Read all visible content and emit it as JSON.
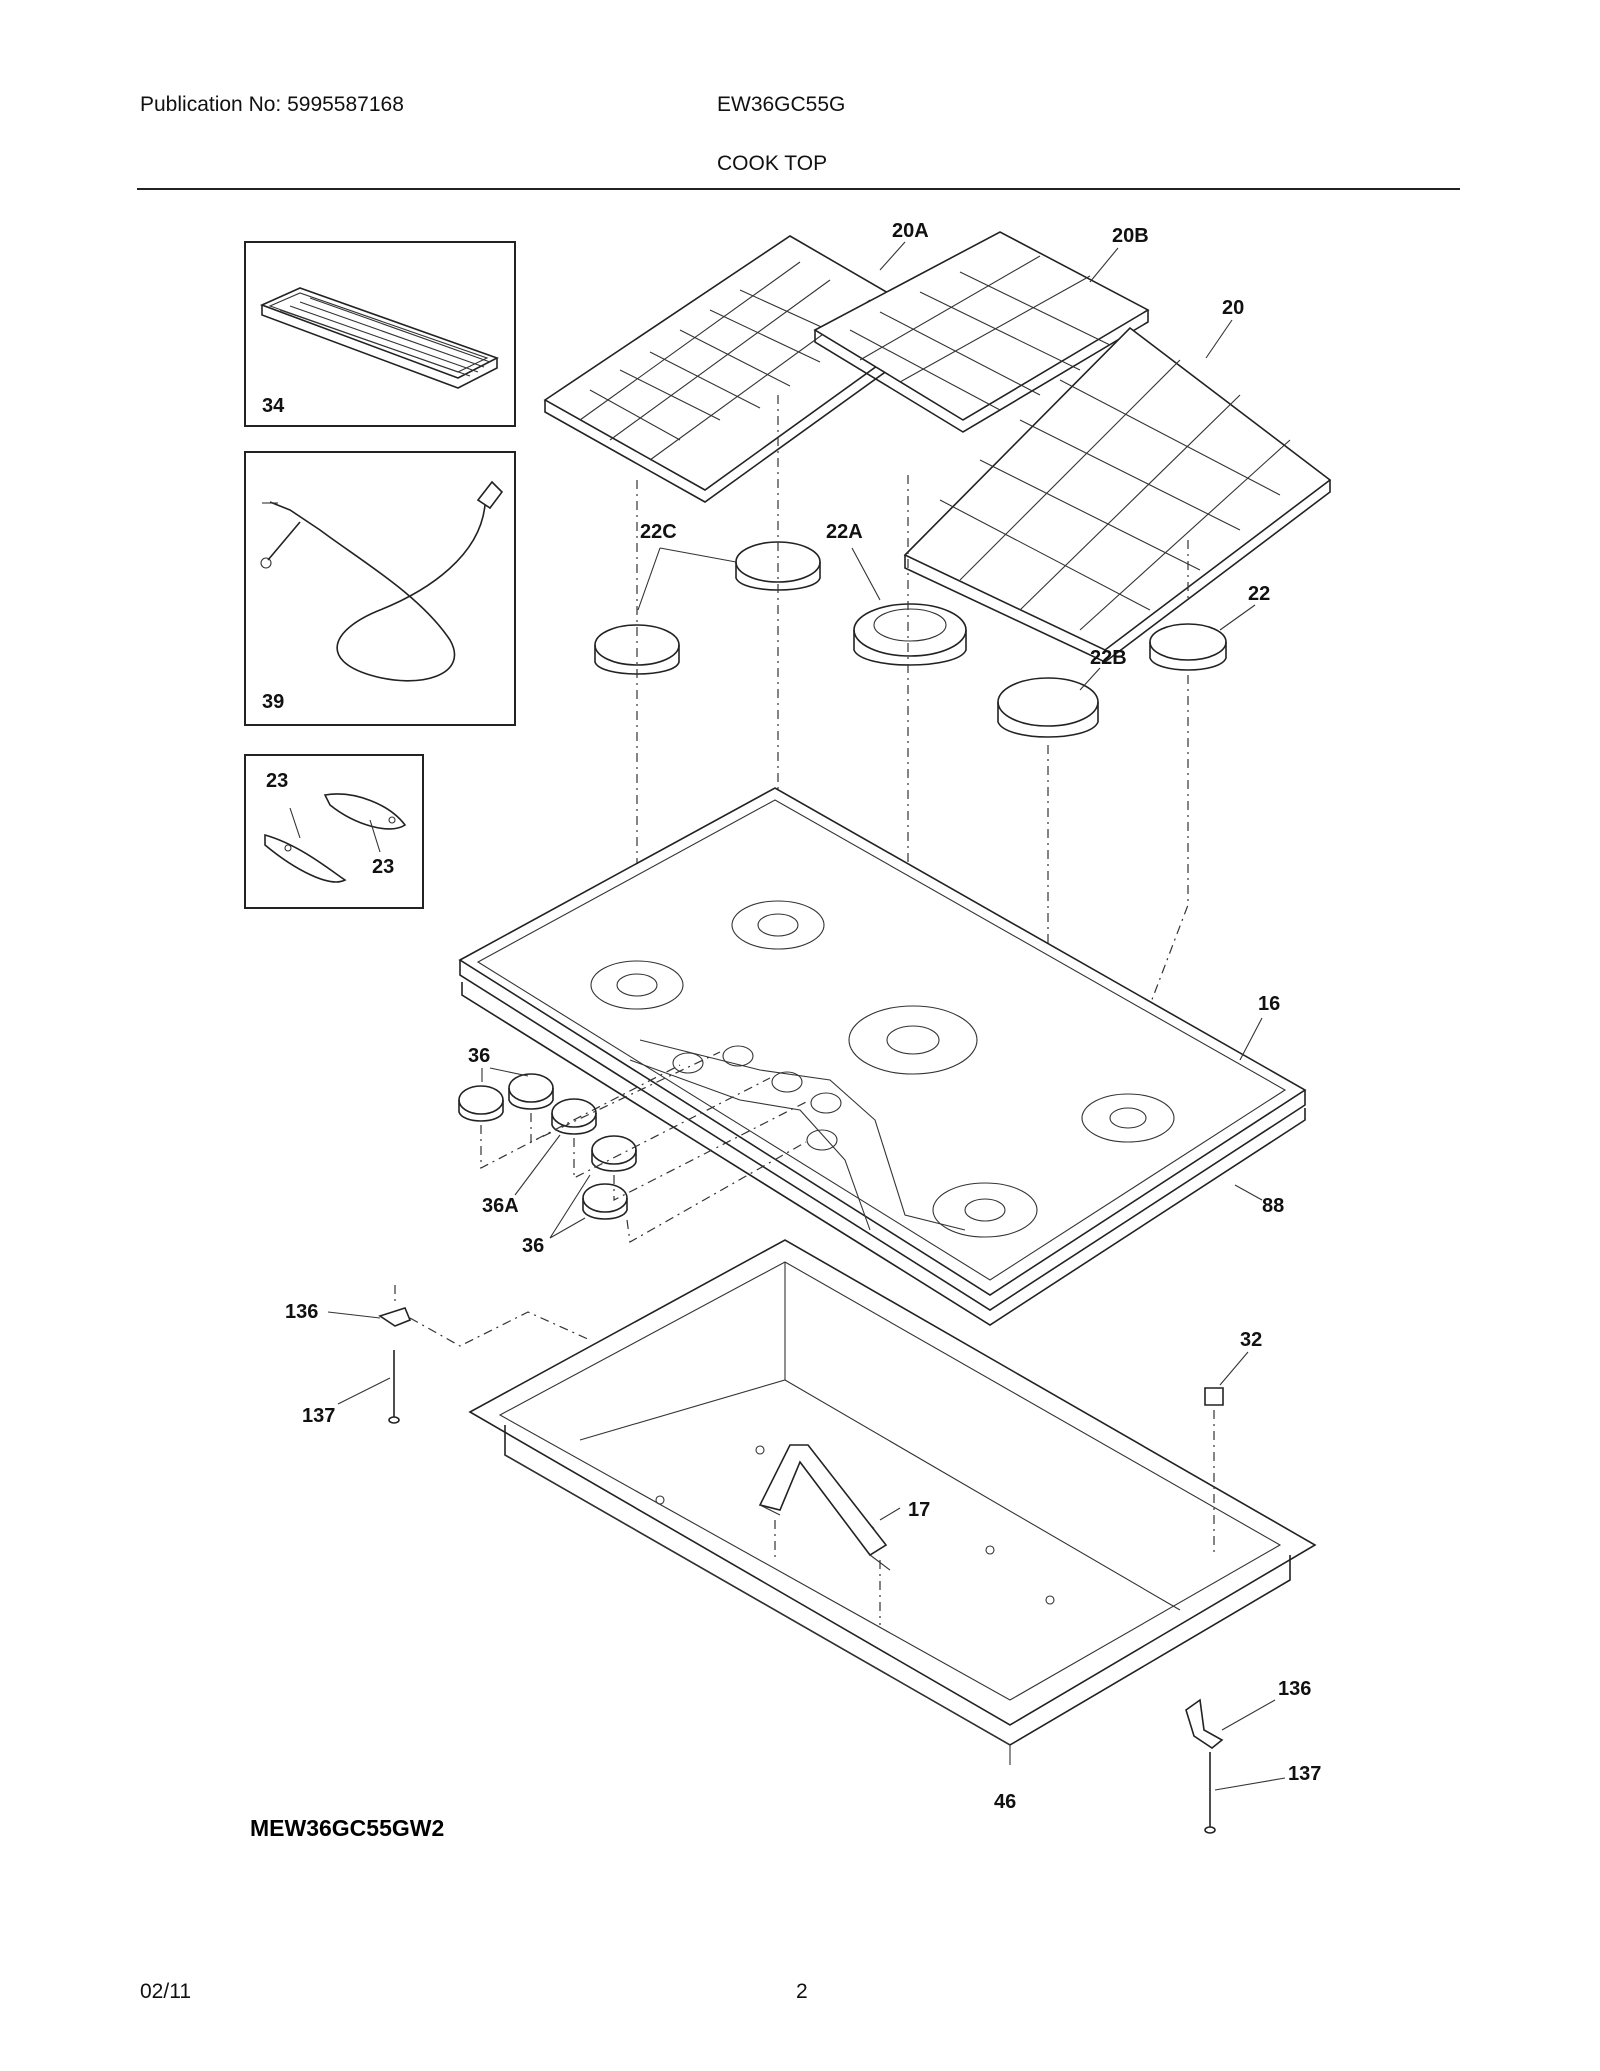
{
  "header": {
    "publication": "Publication No: 5995587168",
    "model": "EW36GC55G",
    "section_title": "COOK TOP"
  },
  "labels": {
    "p20A": "20A",
    "p20B": "20B",
    "p20": "20",
    "p22C": "22C",
    "p22A": "22A",
    "p22": "22",
    "p22B": "22B",
    "p34": "34",
    "p39": "39",
    "p23a": "23",
    "p23b": "23",
    "p16": "16",
    "p36a": "36",
    "p36A": "36A",
    "p36b": "36",
    "p88": "88",
    "p136a": "136",
    "p137a": "137",
    "p32": "32",
    "p17": "17",
    "p136b": "136",
    "p137b": "137",
    "p46": "46"
  },
  "model_code": "MEW36GC55GW2",
  "footer": {
    "date": "02/11",
    "page": "2"
  }
}
